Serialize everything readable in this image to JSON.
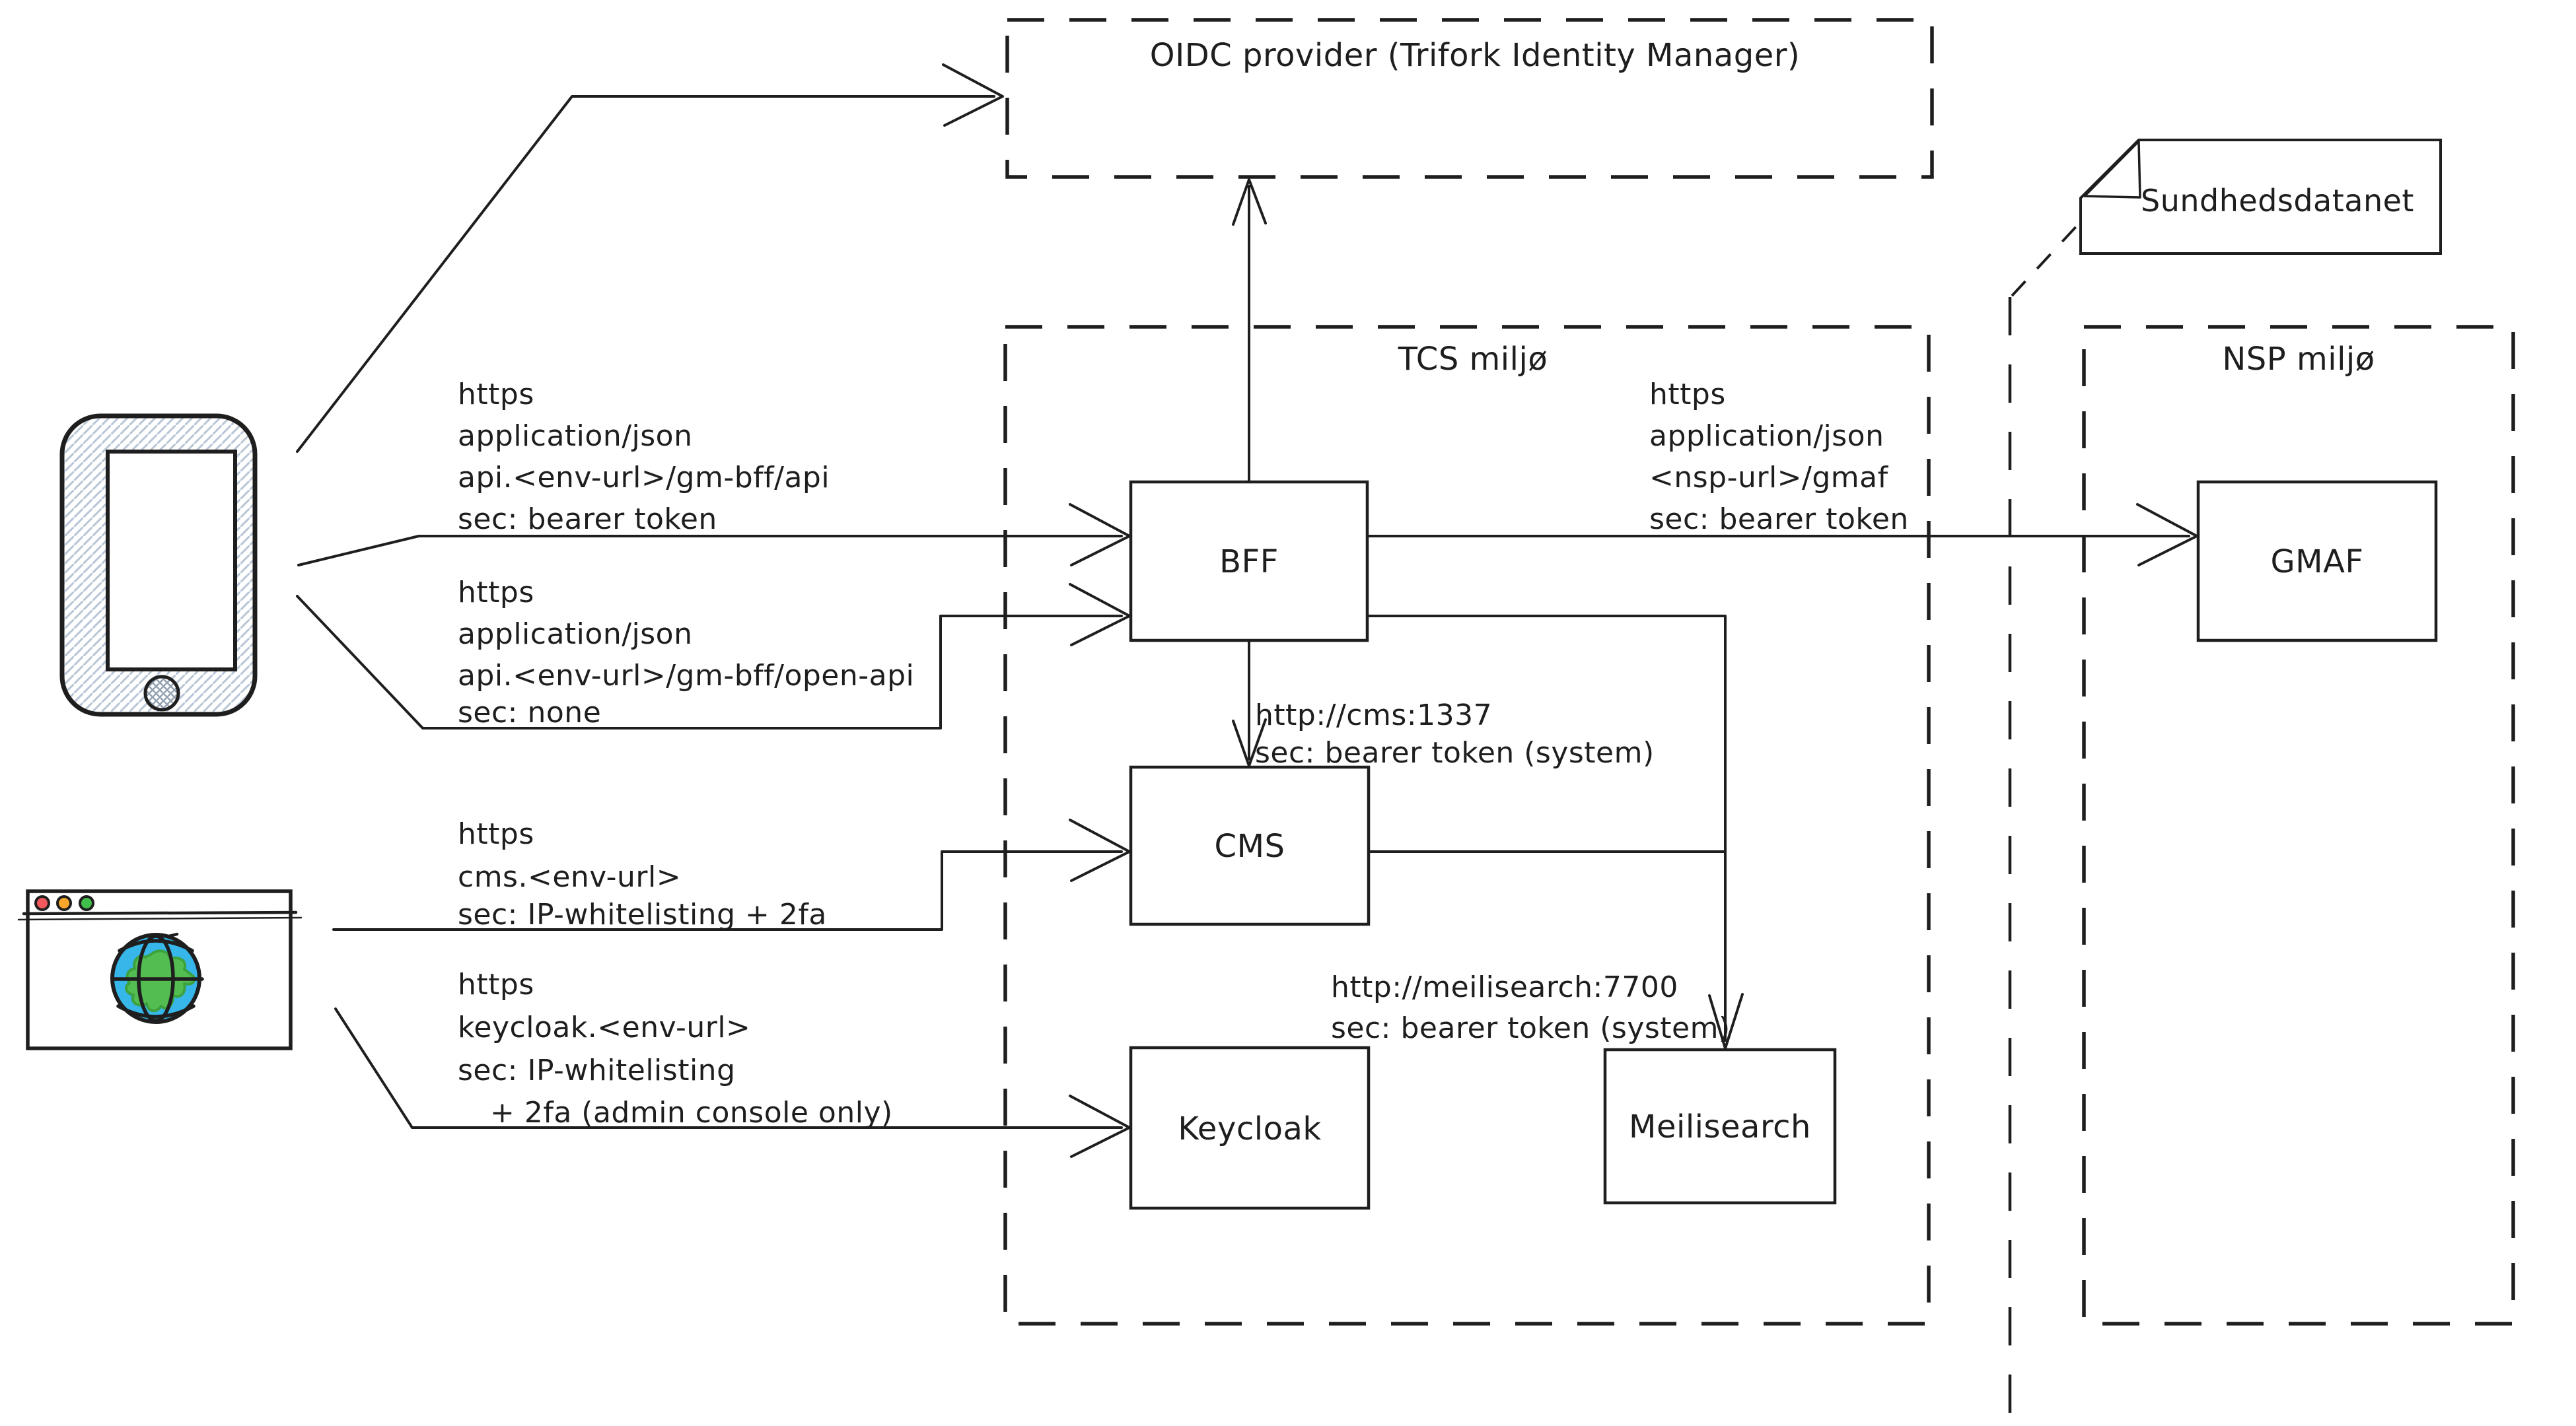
{
  "colors": {
    "ink": "#1e1e1e",
    "hatch": "#b9c6d6",
    "crosshatch": "#93a1b1",
    "globe_blue": "#36b6e9",
    "globe_green": "#54bd52",
    "continent_edge": "#3da23d",
    "dot_red": "#f3595c",
    "dot_orange": "#f6a72b",
    "dot_green": "#41bf4b",
    "paper": "#ffffff"
  },
  "zones": {
    "oidc": {
      "title": "OIDC provider (Trifork Identity Manager)"
    },
    "tcs": {
      "title": "TCS miljø"
    },
    "nsp": {
      "title": "NSP miljø"
    }
  },
  "note": {
    "label": "Sundhedsdatanet"
  },
  "nodes": {
    "bff": {
      "label": "BFF"
    },
    "cms": {
      "label": "CMS"
    },
    "keycloak": {
      "label": "Keycloak"
    },
    "meilisearch": {
      "label": "Meilisearch"
    },
    "gmaf": {
      "label": "GMAF"
    }
  },
  "edge_labels": {
    "bff_api": {
      "lines": [
        "https",
        "application/json",
        "api.<env-url>/gm-bff/api",
        "sec: bearer token"
      ]
    },
    "bff_open_api": {
      "lines": [
        "https",
        "application/json",
        "api.<env-url>/gm-bff/open-api",
        "sec: none"
      ]
    },
    "bff_gmaf": {
      "lines": [
        "https",
        "application/json",
        "<nsp-url>/gmaf",
        "sec: bearer token"
      ]
    },
    "bff_cms": {
      "lines": [
        "http://cms:1337",
        "sec: bearer token (system)"
      ]
    },
    "browser_cms": {
      "lines": [
        "https",
        "cms.<env-url>",
        "sec: IP-whitelisting + 2fa"
      ]
    },
    "browser_keycloak": {
      "lines": [
        "https",
        "keycloak.<env-url>",
        "sec: IP-whitelisting",
        "+ 2fa (admin console only)"
      ]
    },
    "bff_meilisearch": {
      "lines": [
        "http://meilisearch:7700",
        "sec: bearer token (system)"
      ]
    }
  },
  "icons": {
    "smartphone": "smartphone-icon",
    "browser_window": "browser-window-icon",
    "globe": "globe-icon",
    "note_fold": "folded-corner-icon"
  }
}
